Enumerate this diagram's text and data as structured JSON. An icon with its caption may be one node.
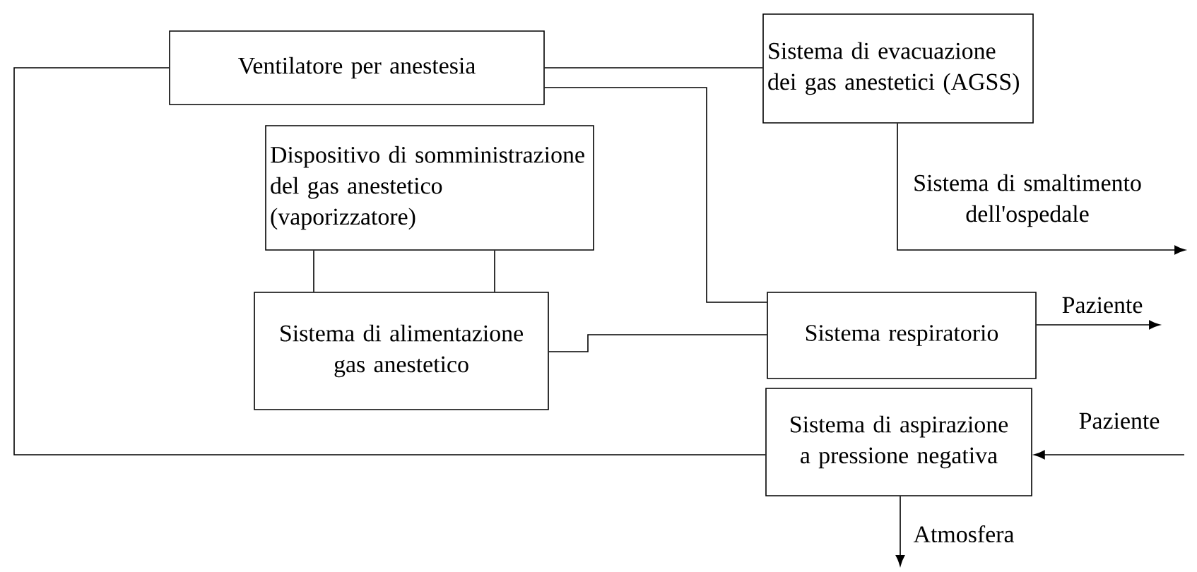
{
  "diagram": {
    "nodes": [
      {
        "text": [
          "Ventilatore per anestesia"
        ]
      },
      {
        "text": [
          "Sistema di evacuazione dei gas anestetici (AGSS)"
        ]
      },
      {
        "text": [
          "Dispositivo di somministrazione del gas anestetico (vaporizzatore)"
        ]
      },
      {
        "text": [
          "Sistema di alimentazione gas anestetico"
        ]
      },
      {
        "text": [
          "Sistema respiratorio"
        ]
      },
      {
        "text": [
          "Sistema di aspirazione a pressione negativa"
        ]
      }
    ],
    "edges": [
      {
        "from": 0,
        "to": 1,
        "arrow": "none"
      },
      {
        "from": 0,
        "to": 4,
        "arrow": "none"
      },
      {
        "from": 2,
        "to": 3,
        "arrow": "none"
      },
      {
        "from": 2,
        "to": 3,
        "arrow": "none"
      },
      {
        "from": 3,
        "to": 4,
        "arrow": "none"
      },
      {
        "from": 0,
        "to": 5,
        "arrow": "none"
      },
      {
        "from": 1,
        "to": null,
        "arrow": "to",
        "label": "Sistema di smaltimento dell'ospedale"
      },
      {
        "from": 4,
        "to": null,
        "arrow": "to",
        "label": "Paziente"
      },
      {
        "from": null,
        "to": 5,
        "arrow": "to",
        "label": "Paziente"
      },
      {
        "from": 5,
        "to": null,
        "arrow": "to",
        "label": "Atmosfera"
      }
    ]
  }
}
